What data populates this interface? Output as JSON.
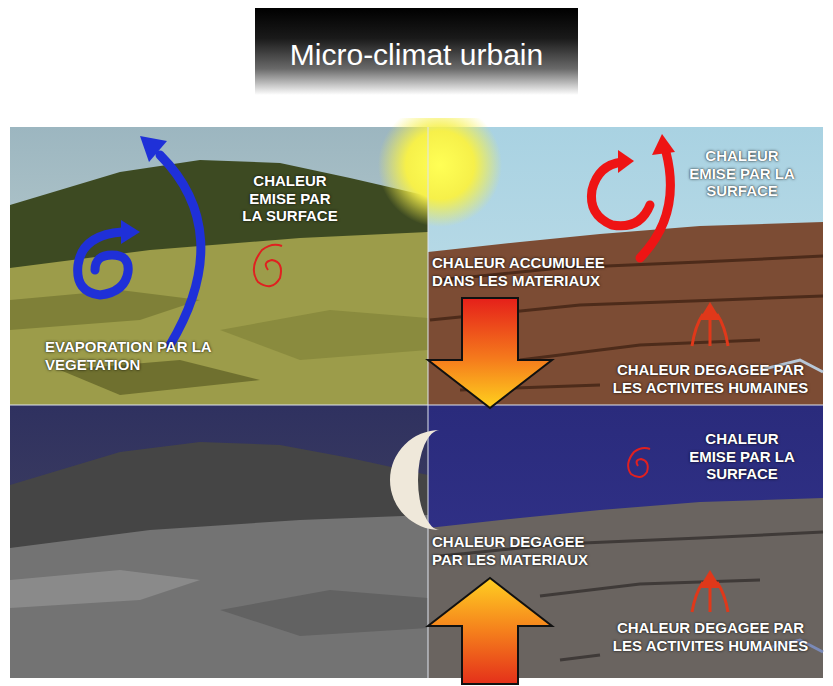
{
  "diagram": {
    "title": "Micro-climat urbain",
    "labels": [
      "CHALEUR EMISE PAR LA SURFACE",
      "CHALEUR EMISE PAR LA SURFACE",
      "CHALEUR ACCUMULEE DANS LES MATERIAUX",
      "EVAPORATION PAR LA VEGETATION",
      "CHALEUR DEGAGEE PAR LES ACTIVITES HUMAINES",
      "CHALEUR EMISE PAR LA SURFACE",
      "CHALEUR DEGAGEE PAR LES MATERIAUX",
      "CHALEUR DEGAGEE PAR LES ACTIVITES HUMAINES"
    ]
  }
}
